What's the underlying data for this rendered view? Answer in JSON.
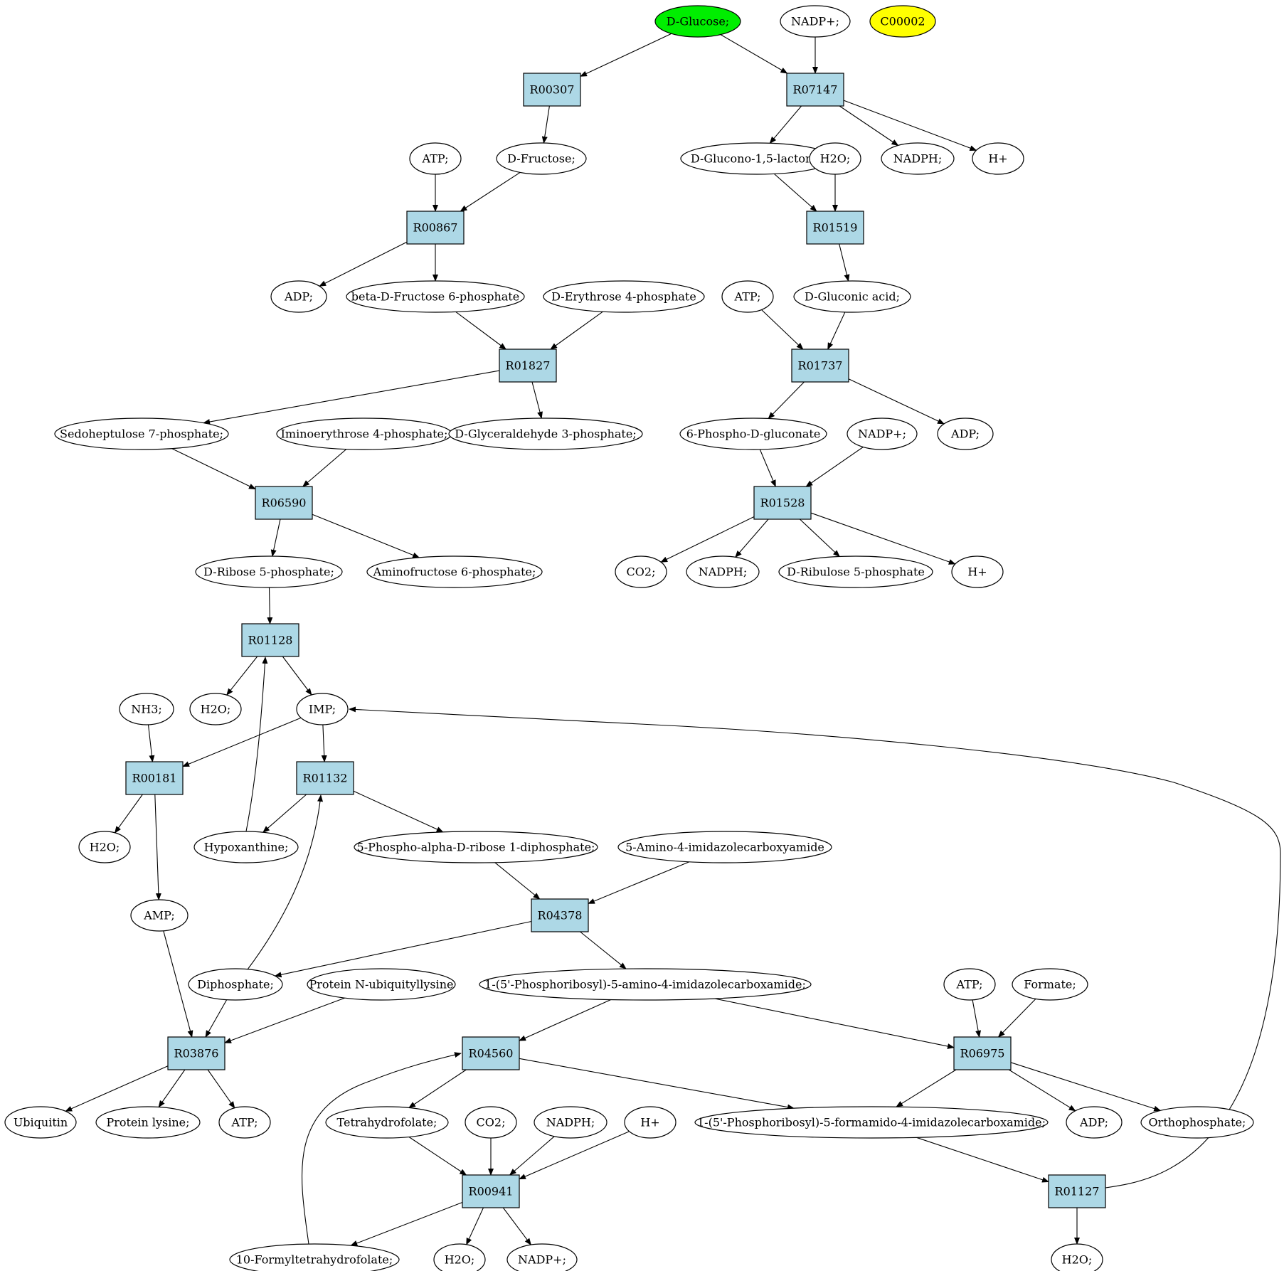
{
  "colors": {
    "background": "#ffffff",
    "reaction_fill": "#add8e6",
    "metabolite_fill": "#ffffff",
    "highlight_green": "#00ee00",
    "highlight_yellow": "#ffff00",
    "stroke": "#000000"
  },
  "reactions": [
    {
      "id": "R00307",
      "label": "R00307"
    },
    {
      "id": "R07147",
      "label": "R07147"
    },
    {
      "id": "R00867",
      "label": "R00867"
    },
    {
      "id": "R01519",
      "label": "R01519"
    },
    {
      "id": "R01827",
      "label": "R01827"
    },
    {
      "id": "R01737",
      "label": "R01737"
    },
    {
      "id": "R06590",
      "label": "R06590"
    },
    {
      "id": "R01528",
      "label": "R01528"
    },
    {
      "id": "R01128",
      "label": "R01128"
    },
    {
      "id": "R00181",
      "label": "R00181"
    },
    {
      "id": "R01132",
      "label": "R01132"
    },
    {
      "id": "R04378",
      "label": "R04378"
    },
    {
      "id": "R03876",
      "label": "R03876"
    },
    {
      "id": "R04560",
      "label": "R04560"
    },
    {
      "id": "R06975",
      "label": "R06975"
    },
    {
      "id": "R00941",
      "label": "R00941"
    },
    {
      "id": "R01127",
      "label": "R01127"
    }
  ],
  "metabolites": [
    {
      "id": "m_glucose",
      "label": "D-Glucose;",
      "highlight": "green"
    },
    {
      "id": "m_nadp1",
      "label": "NADP+;"
    },
    {
      "id": "m_c00002",
      "label": "C00002",
      "highlight": "yellow"
    },
    {
      "id": "m_atp1",
      "label": "ATP;"
    },
    {
      "id": "m_fructose",
      "label": "D-Fructose;"
    },
    {
      "id": "m_glucono",
      "label": "D-Glucono-1,5-lactone;"
    },
    {
      "id": "m_h2o1",
      "label": "H2O;"
    },
    {
      "id": "m_nadph1",
      "label": "NADPH;"
    },
    {
      "id": "m_h1",
      "label": "H+"
    },
    {
      "id": "m_adp1",
      "label": "ADP;"
    },
    {
      "id": "m_bf6p",
      "label": "beta-D-Fructose 6-phosphate"
    },
    {
      "id": "m_e4p",
      "label": "D-Erythrose 4-phosphate"
    },
    {
      "id": "m_atp2",
      "label": "ATP;"
    },
    {
      "id": "m_gluconic",
      "label": "D-Gluconic acid;"
    },
    {
      "id": "m_s7p",
      "label": "Sedoheptulose 7-phosphate;"
    },
    {
      "id": "m_imino",
      "label": "Iminoerythrose 4-phosphate;"
    },
    {
      "id": "m_g3p",
      "label": "D-Glyceraldehyde 3-phosphate;"
    },
    {
      "id": "m_6pg",
      "label": "6-Phospho-D-gluconate"
    },
    {
      "id": "m_nadp2",
      "label": "NADP+;"
    },
    {
      "id": "m_adp2",
      "label": "ADP;"
    },
    {
      "id": "m_r5p",
      "label": "D-Ribose 5-phosphate;"
    },
    {
      "id": "m_af6p",
      "label": "Aminofructose 6-phosphate;"
    },
    {
      "id": "m_co2a",
      "label": "CO2;"
    },
    {
      "id": "m_nadph2",
      "label": "NADPH;"
    },
    {
      "id": "m_ru5p",
      "label": "D-Ribulose 5-phosphate"
    },
    {
      "id": "m_h2",
      "label": "H+"
    },
    {
      "id": "m_nh3",
      "label": "NH3;"
    },
    {
      "id": "m_h2o2",
      "label": "H2O;"
    },
    {
      "id": "m_imp",
      "label": "IMP;"
    },
    {
      "id": "m_h2o3",
      "label": "H2O;"
    },
    {
      "id": "m_hypox",
      "label": "Hypoxanthine;"
    },
    {
      "id": "m_prpp",
      "label": "5-Phospho-alpha-D-ribose 1-diphosphate;"
    },
    {
      "id": "m_aica",
      "label": "5-Amino-4-imidazolecarboxyamide"
    },
    {
      "id": "m_amp",
      "label": "AMP;"
    },
    {
      "id": "m_ppi",
      "label": "Diphosphate;"
    },
    {
      "id": "m_protub",
      "label": "Protein N-ubiquityllysine"
    },
    {
      "id": "m_aicar",
      "label": "1-(5'-Phosphoribosyl)-5-amino-4-imidazolecarboxamide;"
    },
    {
      "id": "m_atp3",
      "label": "ATP;"
    },
    {
      "id": "m_formate",
      "label": "Formate;"
    },
    {
      "id": "m_ubiq",
      "label": "Ubiquitin"
    },
    {
      "id": "m_protlys",
      "label": "Protein lysine;"
    },
    {
      "id": "m_atp4",
      "label": "ATP;"
    },
    {
      "id": "m_thf",
      "label": "Tetrahydrofolate;"
    },
    {
      "id": "m_co2b",
      "label": "CO2;"
    },
    {
      "id": "m_nadph3",
      "label": "NADPH;"
    },
    {
      "id": "m_h3",
      "label": "H+"
    },
    {
      "id": "m_faicar",
      "label": "1-(5'-Phosphoribosyl)-5-formamido-4-imidazolecarboxamide;"
    },
    {
      "id": "m_adp3",
      "label": "ADP;"
    },
    {
      "id": "m_pi",
      "label": "Orthophosphate;"
    },
    {
      "id": "m_10fthf",
      "label": "10-Formyltetrahydrofolate;"
    },
    {
      "id": "m_h2o4",
      "label": "H2O;"
    },
    {
      "id": "m_nadp3",
      "label": "NADP+;"
    },
    {
      "id": "m_h2o5",
      "label": "H2O;"
    }
  ],
  "edges": [
    [
      "m_glucose",
      "R00307"
    ],
    [
      "m_glucose",
      "R07147"
    ],
    [
      "m_nadp1",
      "R07147"
    ],
    [
      "R00307",
      "m_fructose"
    ],
    [
      "R07147",
      "m_glucono"
    ],
    [
      "R07147",
      "m_nadph1"
    ],
    [
      "R07147",
      "m_h1"
    ],
    [
      "m_atp1",
      "R00867"
    ],
    [
      "m_fructose",
      "R00867"
    ],
    [
      "m_glucono",
      "R01519"
    ],
    [
      "m_h2o1",
      "R01519"
    ],
    [
      "R00867",
      "m_adp1"
    ],
    [
      "R00867",
      "m_bf6p"
    ],
    [
      "R01519",
      "m_gluconic"
    ],
    [
      "m_bf6p",
      "R01827"
    ],
    [
      "m_e4p",
      "R01827"
    ],
    [
      "m_atp2",
      "R01737"
    ],
    [
      "m_gluconic",
      "R01737"
    ],
    [
      "R01827",
      "m_s7p"
    ],
    [
      "R01827",
      "m_g3p"
    ],
    [
      "R01737",
      "m_6pg"
    ],
    [
      "R01737",
      "m_adp2"
    ],
    [
      "m_s7p",
      "R06590"
    ],
    [
      "m_imino",
      "R06590"
    ],
    [
      "m_6pg",
      "R01528"
    ],
    [
      "m_nadp2",
      "R01528"
    ],
    [
      "R06590",
      "m_r5p"
    ],
    [
      "R06590",
      "m_af6p"
    ],
    [
      "R01528",
      "m_co2a"
    ],
    [
      "R01528",
      "m_nadph2"
    ],
    [
      "R01528",
      "m_ru5p"
    ],
    [
      "R01528",
      "m_h2"
    ],
    [
      "m_r5p",
      "R01128"
    ],
    [
      "R01128",
      "m_h2o2"
    ],
    [
      "R01128",
      "m_imp"
    ],
    [
      "m_hypox",
      "R01128"
    ],
    [
      "m_nh3",
      "R00181"
    ],
    [
      "m_imp",
      "R00181"
    ],
    [
      "m_imp",
      "R01132"
    ],
    [
      "R00181",
      "m_h2o3"
    ],
    [
      "R00181",
      "m_amp"
    ],
    [
      "R01132",
      "m_hypox"
    ],
    [
      "R01132",
      "m_prpp"
    ],
    [
      "m_ppi",
      "R01132"
    ],
    [
      "m_prpp",
      "R04378"
    ],
    [
      "m_aica",
      "R04378"
    ],
    [
      "R04378",
      "m_ppi"
    ],
    [
      "R04378",
      "m_aicar"
    ],
    [
      "m_amp",
      "R03876"
    ],
    [
      "m_ppi",
      "R03876"
    ],
    [
      "m_protub",
      "R03876"
    ],
    [
      "m_aicar",
      "R04560"
    ],
    [
      "m_aicar",
      "R06975"
    ],
    [
      "m_atp3",
      "R06975"
    ],
    [
      "m_formate",
      "R06975"
    ],
    [
      "R03876",
      "m_ubiq"
    ],
    [
      "R03876",
      "m_protlys"
    ],
    [
      "R03876",
      "m_atp4"
    ],
    [
      "R04560",
      "m_thf"
    ],
    [
      "R04560",
      "m_faicar"
    ],
    [
      "m_10fthf",
      "R04560"
    ],
    [
      "R06975",
      "m_faicar"
    ],
    [
      "R06975",
      "m_adp3"
    ],
    [
      "R06975",
      "m_pi"
    ],
    [
      "m_thf",
      "R00941"
    ],
    [
      "m_co2b",
      "R00941"
    ],
    [
      "m_nadph3",
      "R00941"
    ],
    [
      "m_h3",
      "R00941"
    ],
    [
      "R00941",
      "m_10fthf"
    ],
    [
      "R00941",
      "m_h2o4"
    ],
    [
      "R00941",
      "m_nadp3"
    ],
    [
      "m_faicar",
      "R01127"
    ],
    [
      "R01127",
      "m_h2o5"
    ],
    [
      "R01127",
      "m_imp"
    ]
  ]
}
